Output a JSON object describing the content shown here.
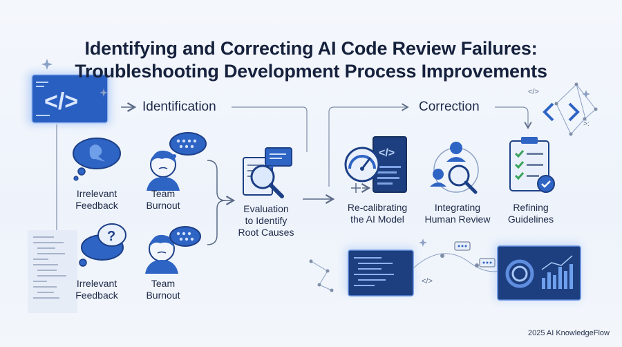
{
  "title_line1": "Identifying and Correcting AI Code Review Failures:",
  "title_line2": "Troubleshooting Development Process Improvements",
  "identification": {
    "heading": "Identification",
    "top_left": "Irrelevant\nFeedback",
    "top_right": "Team\nBurnout",
    "bottom_left": "Irrelevant\nFeedback",
    "bottom_right": "Team\nBurnout",
    "evaluation": "Evaluation\nto Identify\nRoot Causes"
  },
  "correction": {
    "heading": "Correction",
    "step1": "Re-calibrating\nthe AI Model",
    "step2": "Integrating\nHuman Review",
    "step3": "Refining\nGuidelines"
  },
  "colors": {
    "accent": "#2d6fd6",
    "dark_blue": "#1e4fa8",
    "text": "#16213d"
  },
  "footer": "2025 AI KnowledgeFlow"
}
